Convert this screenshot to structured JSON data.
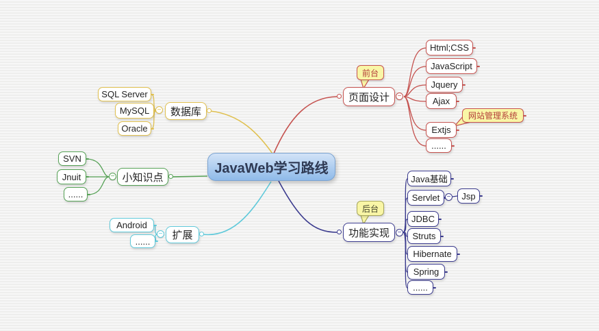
{
  "title": "JavaWeb学习路线",
  "colors": {
    "background": "#f1f1f0",
    "center_border": "#7ba3d0",
    "center_fill_top": "#d2e3f7",
    "center_fill_bottom": "#8fbae9",
    "red_branch": "#c5524f",
    "navy_branch": "#3b3b8e",
    "yellow_branch": "#e0c04f",
    "green_branch": "#55a155",
    "cyan_branch": "#5fc9da",
    "callout_bg": "#f9f6a6"
  },
  "center": {
    "label": "JavaWeb学习路线"
  },
  "branches": {
    "design": {
      "label": "页面设计",
      "callout": "前台",
      "children": [
        "Html;CSS",
        "JavaScript",
        "Jquery",
        "Ajax",
        "Extjs",
        "......"
      ],
      "extjs_callout": "网站管理系统"
    },
    "impl": {
      "label": "功能实现",
      "callout": "后台",
      "children": [
        "Java基础",
        "Servlet",
        "JDBC",
        "Struts",
        "Hibernate",
        "Spring",
        "......"
      ],
      "servlet_child": "Jsp"
    },
    "database": {
      "label": "数据库",
      "children": [
        "SQL Server",
        "MySQL",
        "Oracle"
      ]
    },
    "tips": {
      "label": "小知识点",
      "children": [
        "SVN",
        "Jnuit",
        "......"
      ]
    },
    "extension": {
      "label": "扩展",
      "children": [
        "Android",
        "......"
      ]
    }
  },
  "icons": {
    "collapse": "−"
  }
}
